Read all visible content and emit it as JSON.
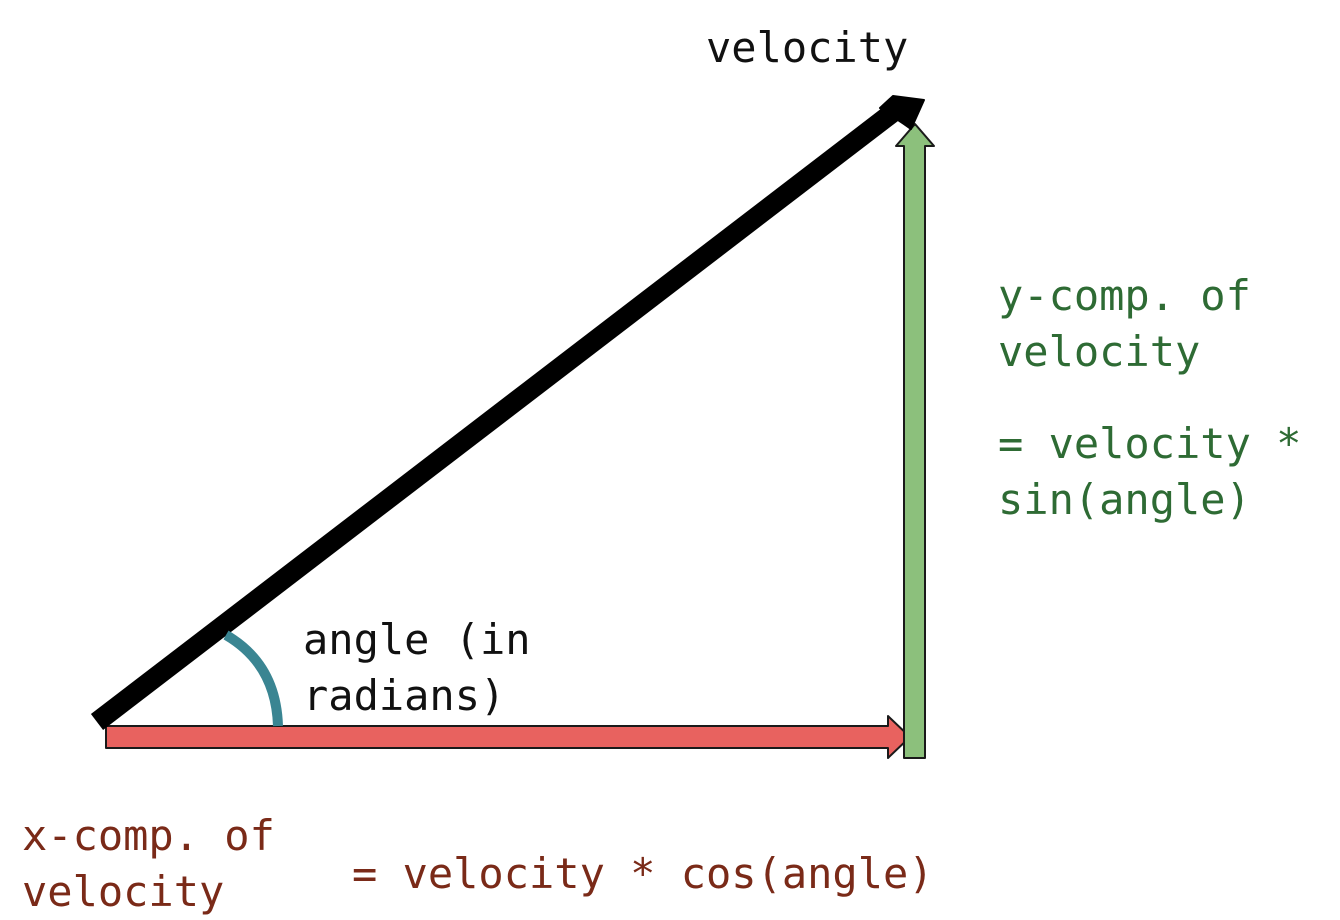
{
  "colors": {
    "velocity_vector": "#000000",
    "x_component": "#e8625f",
    "y_component": "#8cc07c",
    "angle_arc": "#3a8592",
    "label_dark": "#111111",
    "label_green": "#2e6b34",
    "label_red": "#7a2a18"
  },
  "labels": {
    "velocity": "velocity",
    "angle_line1": "angle (in",
    "angle_line2": "radians)",
    "y_comp_line1": "y-comp. of",
    "y_comp_line2": "velocity",
    "y_formula_line1": "= velocity *",
    "y_formula_line2": "sin(angle)",
    "x_comp_line1": "x-comp. of",
    "x_comp_line2": "velocity",
    "x_formula": "= velocity * cos(angle)"
  }
}
